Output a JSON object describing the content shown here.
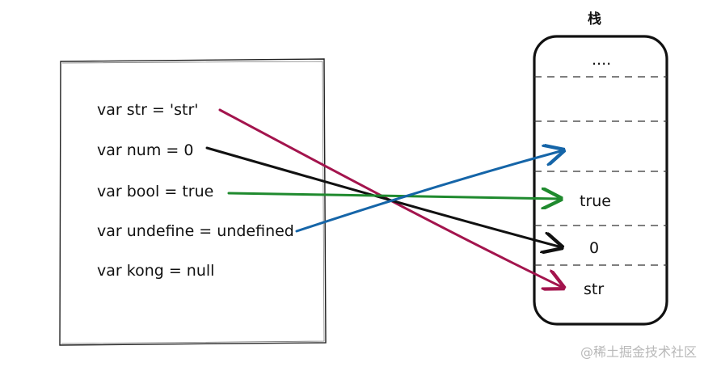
{
  "code": {
    "lines": [
      "var str = 'str'",
      "var num = 0",
      "var bool = true",
      "var undefine = undefined",
      "var kong = null"
    ]
  },
  "stack": {
    "title": "栈",
    "cells": [
      "....",
      "",
      "",
      "true",
      "0",
      "str"
    ]
  },
  "arrows": [
    {
      "from": "var str = 'str'",
      "to": "str",
      "color": "#a3144d"
    },
    {
      "from": "var num = 0",
      "to": "0",
      "color": "#111111"
    },
    {
      "from": "var bool = true",
      "to": "true",
      "color": "#1f8a2e"
    },
    {
      "from": "var undefine = undefined",
      "to": "",
      "color": "#1565a8"
    }
  ],
  "watermark": "@稀土掘金技术社区"
}
